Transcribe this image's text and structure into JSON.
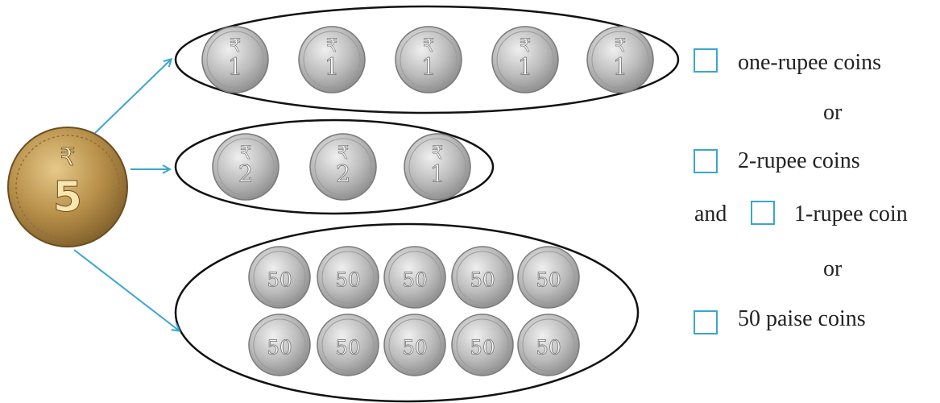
{
  "big_coin": {
    "symbol": "₹",
    "value": "5",
    "color": "#b8904a"
  },
  "one_rupee_coin": {
    "symbol": "₹",
    "value": "1"
  },
  "two_rupee_coin": {
    "symbol": "₹",
    "value": "2"
  },
  "fifty_paise_coin": {
    "value": "50"
  },
  "groups": [
    {
      "coins": [
        "1",
        "1",
        "1",
        "1",
        "1"
      ]
    },
    {
      "coins": [
        "2",
        "2",
        "1"
      ]
    },
    {
      "coins": [
        "50",
        "50",
        "50",
        "50",
        "50",
        "50",
        "50",
        "50",
        "50",
        "50"
      ]
    }
  ],
  "answers": {
    "one_rupee_label": "one-rupee coins",
    "or_1": "or",
    "two_rupee_label": "2-rupee coins",
    "and_label": "and",
    "one_rupee_coin_label": "1-rupee coin",
    "or_2": "or",
    "fifty_paise_label": "50 paise coins"
  },
  "colors": {
    "arrow": "#3aa6cf",
    "box": "#3aa6cf",
    "ellipse": "#111111",
    "coin_silver": "#b9b9b9"
  }
}
